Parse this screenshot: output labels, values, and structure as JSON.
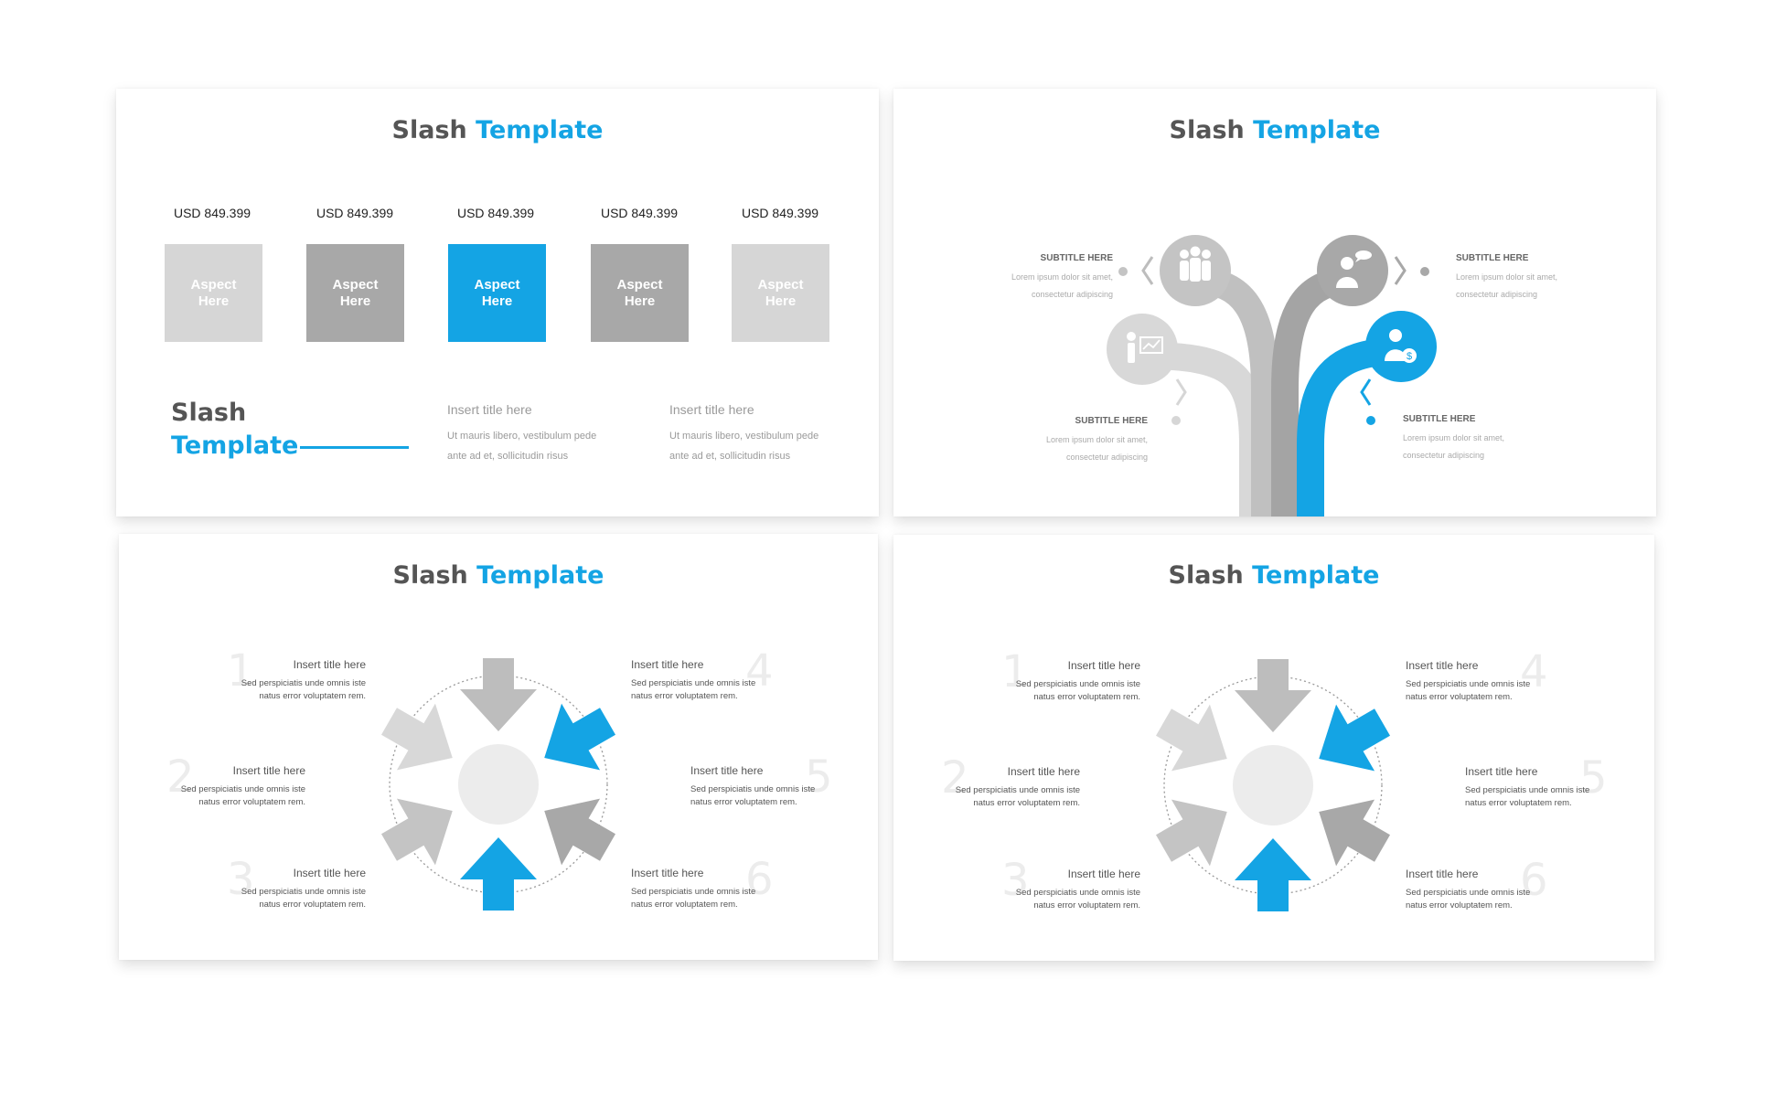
{
  "colors": {
    "accent": "#14a4e4",
    "dark_gray": "#555555",
    "gray": "#a8a8a8",
    "light_gray": "#d6d6d6"
  },
  "title": {
    "word1": "Slash",
    "word2": "Template"
  },
  "slide1": {
    "columns": [
      {
        "price": "USD 849.399",
        "aspect": "Aspect Here",
        "tone": "light"
      },
      {
        "price": "USD 849.399",
        "aspect": "Aspect Here",
        "tone": "mid"
      },
      {
        "price": "USD 849.399",
        "aspect": "Aspect Here",
        "tone": "accent"
      },
      {
        "price": "USD 849.399",
        "aspect": "Aspect Here",
        "tone": "mid"
      },
      {
        "price": "USD 849.399",
        "aspect": "Aspect Here",
        "tone": "light"
      }
    ],
    "big_word1": "Slash",
    "big_word2": "Template",
    "blocks": [
      {
        "title": "Insert title here",
        "desc_line1": "Ut mauris libero, vestibulum pede",
        "desc_line2": "ante ad et, sollicitudin risus"
      },
      {
        "title": "Insert title here",
        "desc_line1": "Ut mauris libero, vestibulum pede",
        "desc_line2": "ante ad et, sollicitudin risus"
      }
    ]
  },
  "slide2": {
    "items": [
      {
        "subtitle": "SUBTITLE HERE",
        "line1": "Lorem ipsum dolor sit amet,",
        "line2": "consectetur adipiscing",
        "icon": "team-icon"
      },
      {
        "subtitle": "SUBTITLE HERE",
        "line1": "Lorem ipsum dolor sit amet,",
        "line2": "consectetur adipiscing",
        "icon": "speech-person-icon"
      },
      {
        "subtitle": "SUBTITLE HERE",
        "line1": "Lorem ipsum dolor sit amet,",
        "line2": "consectetur adipiscing",
        "icon": "presenter-chart-icon"
      },
      {
        "subtitle": "SUBTITLE HERE",
        "line1": "Lorem ipsum dolor sit amet,",
        "line2": "consectetur adipiscing",
        "icon": "person-dollar-icon"
      }
    ]
  },
  "cycle": {
    "items": [
      {
        "num": "1",
        "title": "Insert title here",
        "line1": "Sed perspiciatis unde omnis iste",
        "line2": "natus error voluptatem rem."
      },
      {
        "num": "2",
        "title": "Insert title here",
        "line1": "Sed perspiciatis unde omnis iste",
        "line2": "natus error voluptatem rem."
      },
      {
        "num": "3",
        "title": "Insert title here",
        "line1": "Sed perspiciatis unde omnis iste",
        "line2": "natus error voluptatem rem."
      },
      {
        "num": "4",
        "title": "Insert title here",
        "line1": "Sed perspiciatis unde omnis iste",
        "line2": "natus error voluptatem rem."
      },
      {
        "num": "5",
        "title": "Insert title here",
        "line1": "Sed perspiciatis unde omnis iste",
        "line2": "natus error voluptatem rem."
      },
      {
        "num": "6",
        "title": "Insert title here",
        "line1": "Sed perspiciatis unde omnis iste",
        "line2": "natus error voluptatem rem."
      }
    ]
  }
}
